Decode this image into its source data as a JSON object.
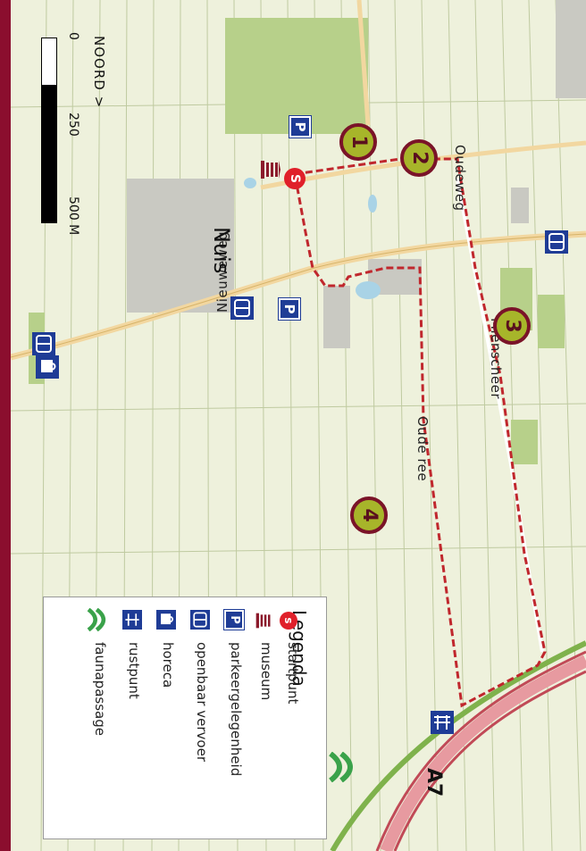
{
  "map": {
    "town": "Nuis",
    "highway": "A7",
    "north_label": "NOORD  >",
    "scale": {
      "labels": [
        "0",
        "250",
        "500 M"
      ]
    },
    "roads": {
      "oudeweg": "Oudeweg",
      "nieuweweg": "Nieuweweg",
      "mienscheer": "Mienscheer",
      "oude_ree": "Oude ree"
    },
    "route_markers": [
      "1",
      "2",
      "3",
      "4"
    ],
    "start_marker": "S",
    "colors": {
      "frame": "#8b0e2e",
      "route": "#c0272d",
      "marker": "#a7b52a",
      "poi_blue": "#1f3c96"
    }
  },
  "legend": {
    "title": "Legenda",
    "items": [
      {
        "icon": "start-icon",
        "label": "startpunt"
      },
      {
        "icon": "museum-icon",
        "label": "museum"
      },
      {
        "icon": "parking-icon",
        "label": "parkeergelegenheid"
      },
      {
        "icon": "bus-icon",
        "label": "openbaar vervoer"
      },
      {
        "icon": "horeca-icon",
        "label": "horeca"
      },
      {
        "icon": "rest-icon",
        "label": "rustpunt"
      },
      {
        "icon": "fauna-icon",
        "label": "faunapassage"
      }
    ]
  }
}
